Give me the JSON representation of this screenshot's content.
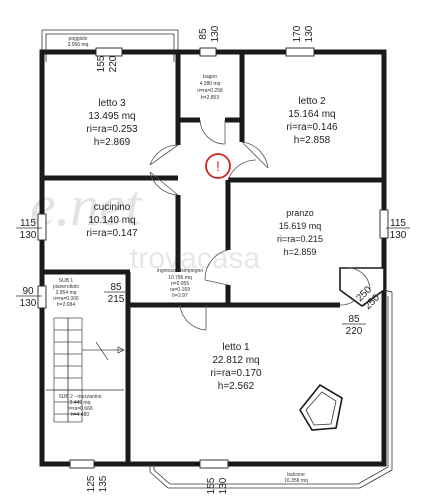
{
  "watermark": {
    "left": "e.net",
    "center": "trovacasa"
  },
  "rooms": {
    "poggiolo": {
      "name": "poggiolo",
      "area": "3.956 mq"
    },
    "letto3": {
      "name": "letto 3",
      "area": "13.495 mq",
      "ratio": "ri=ra=0.253",
      "height": "h=2.869"
    },
    "bagno": {
      "name": "bagno",
      "area": "4.280 mq",
      "ratio": "ri=ra=0.258",
      "height": "h=2.853"
    },
    "letto2": {
      "name": "letto 2",
      "area": "15.164 mq",
      "ratio": "ri=ra=0.146",
      "height": "h=2.858"
    },
    "cucinino": {
      "name": "cucinino",
      "area": "10.140 mq",
      "ratio": "ri=ra=0.147"
    },
    "pranzo": {
      "name": "pranzo",
      "area": "15.619 mq",
      "ratio": "ri=ra=0.215",
      "height": "h=2.859"
    },
    "ingresso": {
      "name": "ingresso-disimpegno",
      "area": "10.786 mq",
      "ratio1": "ri=0.055",
      "ratio2": "ra=0.169",
      "height": "h=2.97"
    },
    "sub1": {
      "name": "SUB 1",
      "sub": "pianerottolo",
      "area": "2.954 mq",
      "ratio": "ri=ra=0.306",
      "height": "h=2.684"
    },
    "sub2": {
      "name": "SUB 2 - mezzanino",
      "area": "2.449 mq",
      "ratio": "ri=ra=0.666",
      "height": "h=4.480"
    },
    "letto1": {
      "name": "letto 1",
      "area": "22.812 mq",
      "ratio": "ri=ra=0.170",
      "height": "h=2.562"
    },
    "balcone": {
      "name": "balcone",
      "area": "16.356 mq"
    }
  },
  "dimensions": {
    "d1": {
      "top": "155",
      "bottom": "220"
    },
    "d2": {
      "top": "85",
      "bottom": "130"
    },
    "d3": {
      "top": "170",
      "bottom": "130"
    },
    "d4": {
      "top": "115",
      "bottom": "130"
    },
    "d5": {
      "top": "115",
      "bottom": "130"
    },
    "d6": {
      "top": "90",
      "bottom": "130"
    },
    "d7": {
      "top": "85",
      "bottom": "215"
    },
    "d8": {
      "top": "85",
      "bottom": "220"
    },
    "d9": {
      "top": "125",
      "bottom": "135"
    },
    "d10": {
      "top": "155",
      "bottom": "130"
    },
    "d11": {
      "top": "250",
      "bottom": "250"
    }
  },
  "marker": {
    "symbol": "!",
    "color": "#d42222"
  }
}
